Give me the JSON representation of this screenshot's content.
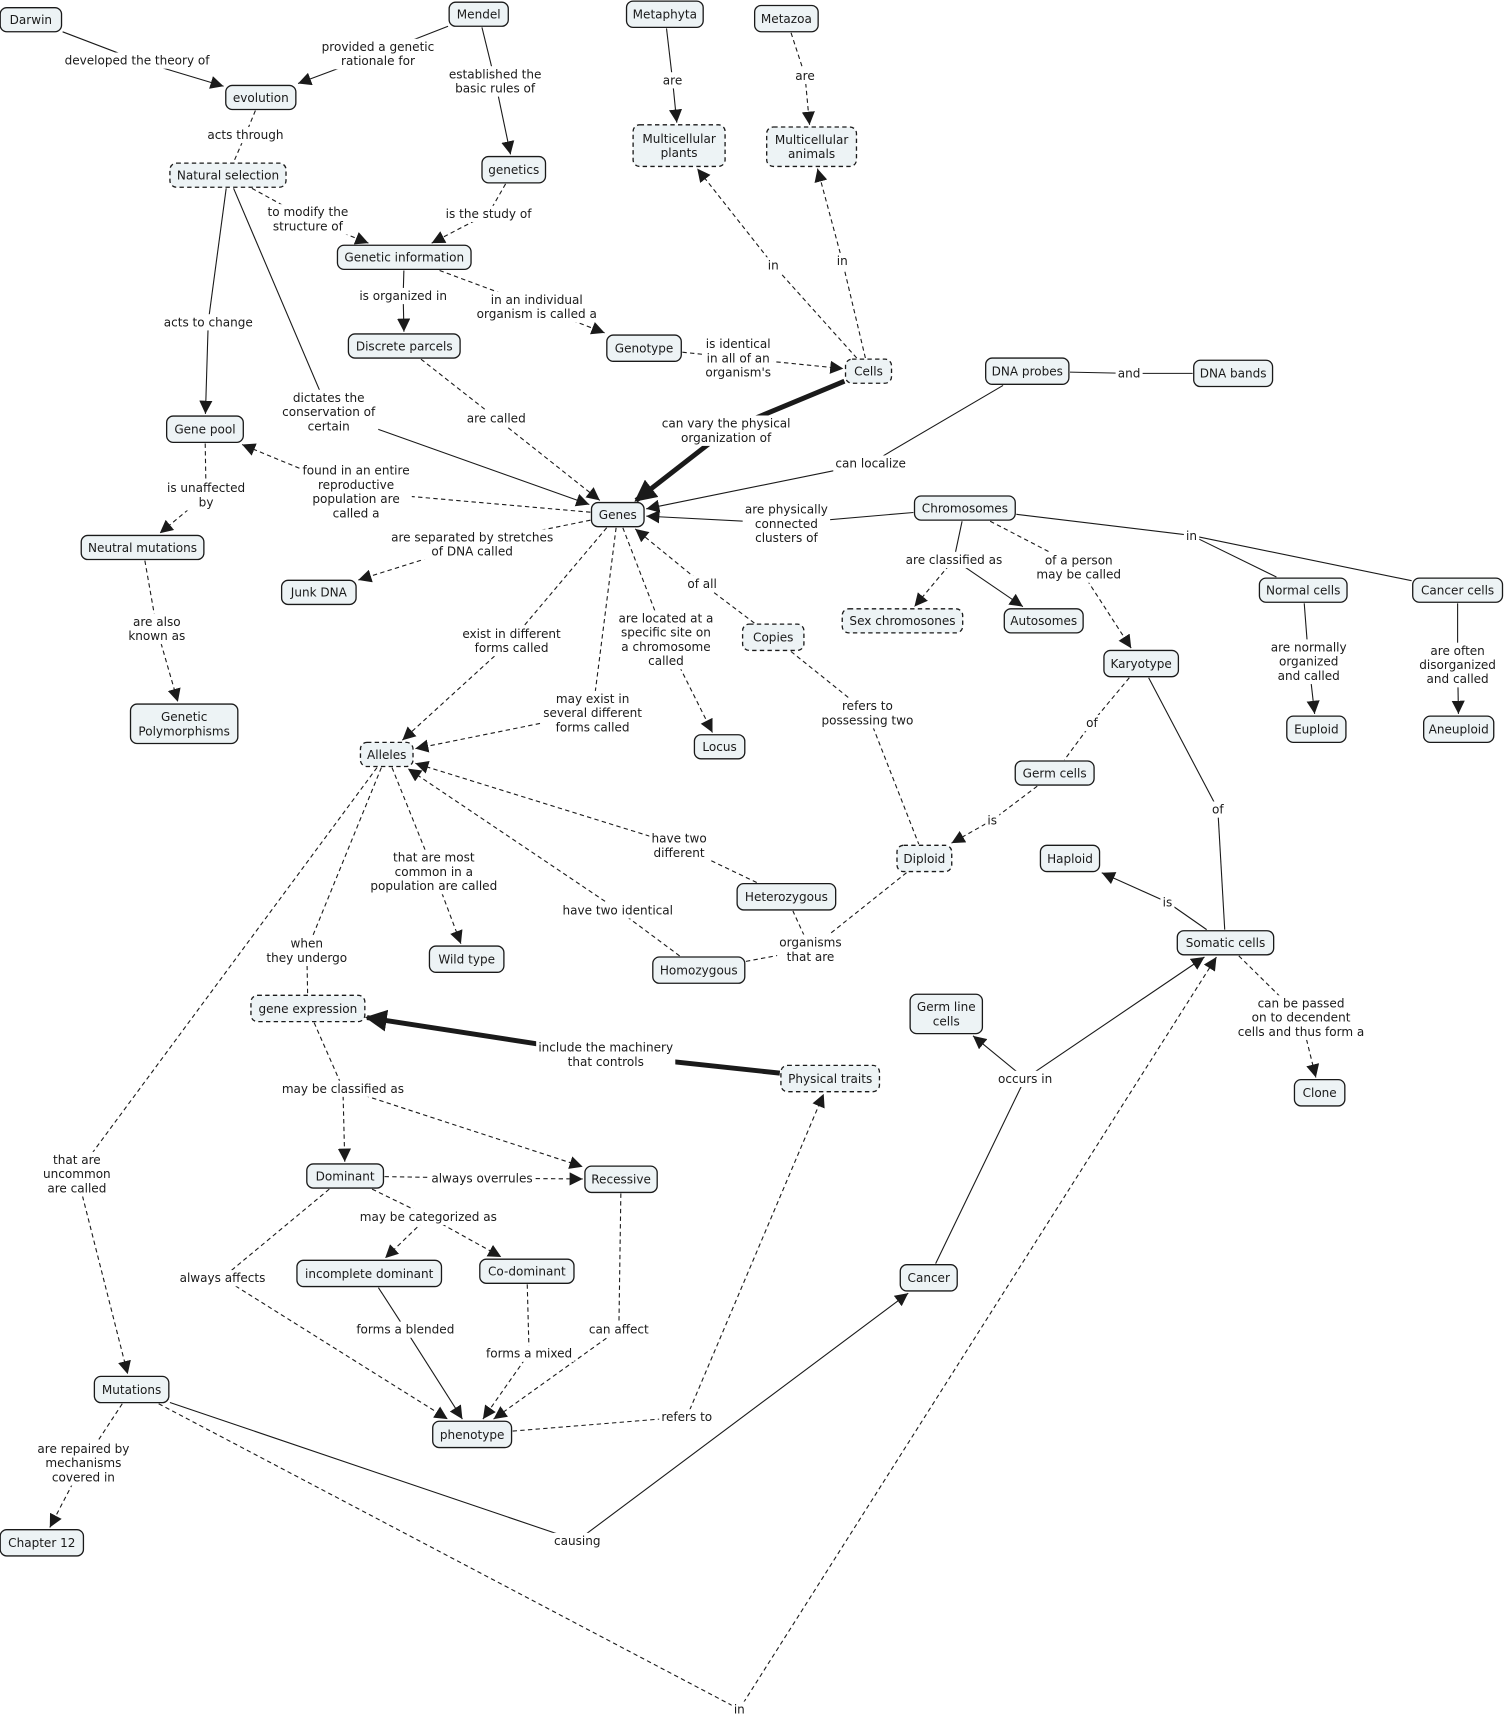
{
  "colors": {
    "node_fill": "#edf3f5",
    "node_border": "#1a1a1a",
    "line": "#1a1a1a",
    "background": "#ffffff"
  },
  "nodes": {
    "darwin": {
      "label": [
        "Darwin"
      ]
    },
    "mendel": {
      "label": [
        "Mendel"
      ]
    },
    "metaphyta": {
      "label": [
        "Metaphyta"
      ]
    },
    "metazoa": {
      "label": [
        "Metazoa"
      ]
    },
    "evolution": {
      "label": [
        "evolution"
      ]
    },
    "mc_plants": {
      "label": [
        "Multicellular",
        "plants"
      ],
      "border": "dashed"
    },
    "mc_animals": {
      "label": [
        "Multicellular",
        "animals"
      ],
      "border": "dashed"
    },
    "natsel": {
      "label": [
        "Natural selection"
      ],
      "border": "dashed"
    },
    "genetics": {
      "label": [
        "genetics"
      ]
    },
    "geninfo": {
      "label": [
        "Genetic information"
      ]
    },
    "parcels": {
      "label": [
        "Discrete parcels"
      ]
    },
    "genotype": {
      "label": [
        "Genotype"
      ]
    },
    "cells": {
      "label": [
        "Cells"
      ],
      "border": "dashed"
    },
    "probes": {
      "label": [
        "DNA probes"
      ]
    },
    "bands": {
      "label": [
        "DNA bands"
      ]
    },
    "genepool": {
      "label": [
        "Gene pool"
      ]
    },
    "genes": {
      "label": [
        "Genes"
      ]
    },
    "chromosomes": {
      "label": [
        "Chromosomes"
      ]
    },
    "neutral": {
      "label": [
        "Neutral mutations"
      ]
    },
    "junk": {
      "label": [
        "Junk DNA"
      ]
    },
    "normal": {
      "label": [
        "Normal cells"
      ]
    },
    "cancercells": {
      "label": [
        "Cancer cells"
      ]
    },
    "sexchr": {
      "label": [
        "Sex chromosones"
      ],
      "border": "dashed"
    },
    "autosomes": {
      "label": [
        "Autosomes"
      ]
    },
    "copies": {
      "label": [
        "Copies"
      ],
      "border": "dashed"
    },
    "karyotype": {
      "label": [
        "Karyotype"
      ]
    },
    "polymorph": {
      "label": [
        "Genetic",
        "Polymorphisms"
      ]
    },
    "euploid": {
      "label": [
        "Euploid"
      ]
    },
    "aneuploid": {
      "label": [
        "Aneuploid"
      ]
    },
    "alleles": {
      "label": [
        "Alleles"
      ],
      "border": "dashed"
    },
    "locus": {
      "label": [
        "Locus"
      ]
    },
    "germcells": {
      "label": [
        "Germ cells"
      ]
    },
    "diploid": {
      "label": [
        "Diploid"
      ],
      "border": "dashed"
    },
    "haploid": {
      "label": [
        "Haploid"
      ]
    },
    "hetero": {
      "label": [
        "Heterozygous"
      ]
    },
    "somatic": {
      "label": [
        "Somatic cells"
      ]
    },
    "wildtype": {
      "label": [
        "Wild type"
      ]
    },
    "homo": {
      "label": [
        "Homozygous"
      ]
    },
    "germline": {
      "label": [
        "Germ line",
        "cells"
      ]
    },
    "geneexp": {
      "label": [
        "gene expression"
      ],
      "border": "dashed"
    },
    "traits": {
      "label": [
        "Physical traits"
      ],
      "border": "dashed"
    },
    "clone": {
      "label": [
        "Clone"
      ]
    },
    "dominant": {
      "label": [
        "Dominant"
      ]
    },
    "recessive": {
      "label": [
        "Recessive"
      ]
    },
    "incomplete": {
      "label": [
        "incomplete dominant"
      ]
    },
    "codominant": {
      "label": [
        "Co-dominant"
      ]
    },
    "cancer": {
      "label": [
        "Cancer"
      ]
    },
    "mutations": {
      "label": [
        "Mutations"
      ]
    },
    "phenotype": {
      "label": [
        "phenotype"
      ]
    },
    "chapter12": {
      "label": [
        "Chapter 12"
      ]
    }
  },
  "links": [
    {
      "from": "darwin",
      "label": [
        "developed the theory of"
      ],
      "to": [
        "evolution"
      ],
      "style": "solid"
    },
    {
      "from": "mendel",
      "label": [
        "provided a genetic",
        "rationale for"
      ],
      "to": [
        "evolution"
      ],
      "style": "solid"
    },
    {
      "from": "mendel",
      "label": [
        "established the",
        "basic rules of"
      ],
      "to": [
        "genetics"
      ],
      "style": "solid"
    },
    {
      "from": "metaphyta",
      "label": [
        "are"
      ],
      "to": [
        "mc_plants"
      ],
      "style": "solid"
    },
    {
      "from": "metazoa",
      "label": [
        "are"
      ],
      "to": [
        "mc_animals"
      ],
      "style": "dashed"
    },
    {
      "from": "evolution",
      "label": [
        "acts through"
      ],
      "to": [
        "natsel"
      ],
      "style": "dashed",
      "arrow": false
    },
    {
      "from": "natsel",
      "label": [
        "to modify the",
        "structure of"
      ],
      "to": [
        "geninfo"
      ],
      "style": "dashed"
    },
    {
      "from": "genetics",
      "label": [
        "is the study of"
      ],
      "to": [
        "geninfo"
      ],
      "style": "dashed"
    },
    {
      "from": "natsel",
      "label": [
        "acts to change"
      ],
      "to": [
        "genepool"
      ],
      "style": "solid"
    },
    {
      "from": "natsel",
      "label": [
        "dictates the",
        "conservation of",
        "certain"
      ],
      "to": [
        "genes"
      ],
      "style": "solid"
    },
    {
      "from": "geninfo",
      "label": [
        "is organized in"
      ],
      "to": [
        "parcels"
      ],
      "style": "solid"
    },
    {
      "from": "geninfo",
      "label": [
        "in an individual",
        "organism is called a"
      ],
      "to": [
        "genotype"
      ],
      "style": "dashed"
    },
    {
      "from": "cells",
      "label": [
        "in"
      ],
      "to": [
        "mc_plants"
      ],
      "style": "dashed"
    },
    {
      "from": "cells",
      "label": [
        "in"
      ],
      "to": [
        "mc_animals"
      ],
      "style": "dashed"
    },
    {
      "from": "genotype",
      "label": [
        "is identical",
        "in all of an",
        "organism's"
      ],
      "to": [
        "cells"
      ],
      "style": "dashed"
    },
    {
      "from": "parcels",
      "label": [
        "are called"
      ],
      "to": [
        "genes"
      ],
      "style": "dashed"
    },
    {
      "from": "cells",
      "label": [
        "can vary the physical",
        "organization of"
      ],
      "to": [
        "genes"
      ],
      "style": "thick"
    },
    {
      "from": "probes",
      "label": [
        "and"
      ],
      "to": [
        "bands"
      ],
      "style": "solid",
      "arrow": false
    },
    {
      "from": "probes",
      "label": [
        "can localize"
      ],
      "to": [
        "genes"
      ],
      "style": "solid"
    },
    {
      "from": "genes",
      "label": [
        "found in an entire",
        "reproductive",
        "population are",
        "called a"
      ],
      "to": [
        "genepool"
      ],
      "style": "dashed"
    },
    {
      "from": "chromosomes",
      "label": [
        "are physically",
        "connected",
        "clusters of"
      ],
      "to": [
        "genes"
      ],
      "style": "solid"
    },
    {
      "from": "genes",
      "label": [
        "are separated by stretches",
        "of DNA called"
      ],
      "to": [
        "junk"
      ],
      "style": "dashed"
    },
    {
      "from": "genepool",
      "label": [
        "is unaffected",
        "by"
      ],
      "to": [
        "neutral"
      ],
      "style": "dashed"
    },
    {
      "from": "neutral",
      "label": [
        "are also",
        "known as"
      ],
      "to": [
        "polymorph"
      ],
      "style": "dashed"
    },
    {
      "from": "chromosomes",
      "label": [
        "are classified as"
      ],
      "to": [
        "sexchr",
        "autosomes"
      ],
      "style": "solid",
      "target_styles": [
        "dashed",
        "solid"
      ]
    },
    {
      "from": "chromosomes",
      "label": [
        "of a person",
        "may be called"
      ],
      "to": [
        "karyotype"
      ],
      "style": "dashed"
    },
    {
      "from": "chromosomes",
      "label": [
        "in"
      ],
      "to": [
        "normal",
        "cancercells"
      ],
      "style": "solid",
      "arrow": false
    },
    {
      "from": "normal",
      "label": [
        "are normally",
        "organized",
        "and called"
      ],
      "to": [
        "euploid"
      ],
      "style": "solid"
    },
    {
      "from": "cancercells",
      "label": [
        "are often",
        "disorganized",
        "and called"
      ],
      "to": [
        "aneuploid"
      ],
      "style": "solid"
    },
    {
      "from": "copies",
      "label": [
        "of all"
      ],
      "to": [
        "genes"
      ],
      "style": "dashed"
    },
    {
      "from": "genes",
      "label": [
        "are located at a",
        "specific site on",
        "a chromosome",
        "called"
      ],
      "to": [
        "locus"
      ],
      "style": "dashed"
    },
    {
      "from": "genes",
      "label": [
        "exist in different",
        "forms called"
      ],
      "to": [
        "alleles"
      ],
      "style": "dashed"
    },
    {
      "from": "genes",
      "label": [
        "may exist in",
        "several different",
        "forms called"
      ],
      "to": [
        "alleles"
      ],
      "style": "dashed"
    },
    {
      "from": "copies",
      "label": [
        "refers to",
        "possessing two"
      ],
      "to": [
        "diploid"
      ],
      "style": "dashed",
      "arrow": false
    },
    {
      "from": "karyotype",
      "label": [
        "of"
      ],
      "to": [
        "germcells"
      ],
      "style": "dashed",
      "arrow": false
    },
    {
      "from": "karyotype",
      "label": [
        "of"
      ],
      "to": [
        "somatic"
      ],
      "style": "solid",
      "arrow": false
    },
    {
      "from": "germcells",
      "label": [
        "is"
      ],
      "to": [
        "diploid"
      ],
      "style": "dashed"
    },
    {
      "from": "alleles",
      "label": [
        "that are most",
        "common in a",
        "population are called"
      ],
      "to": [
        "wildtype"
      ],
      "style": "dashed"
    },
    {
      "from": "hetero",
      "label": [
        "have two",
        "different"
      ],
      "to": [
        "alleles"
      ],
      "style": "dashed"
    },
    {
      "from": "homo",
      "label": [
        "have two identical"
      ],
      "to": [
        "alleles"
      ],
      "style": "dashed"
    },
    {
      "from": "diploid",
      "label": [
        "organisms",
        "that are"
      ],
      "to": [
        "hetero",
        "homo"
      ],
      "style": "dashed",
      "arrow": false
    },
    {
      "from": "somatic",
      "label": [
        "is"
      ],
      "to": [
        "haploid"
      ],
      "style": "solid"
    },
    {
      "from": "somatic",
      "label": [
        "can be passed",
        "on to decendent",
        "cells and thus form a"
      ],
      "to": [
        "clone"
      ],
      "style": "dashed"
    },
    {
      "from": "alleles",
      "label": [
        "when",
        "they undergo"
      ],
      "to": [
        "geneexp"
      ],
      "style": "dashed",
      "arrow": false
    },
    {
      "from": "traits",
      "label": [
        "include the machinery",
        "that controls"
      ],
      "to": [
        "geneexp"
      ],
      "style": "thick"
    },
    {
      "from": "cancer",
      "label": [
        "occurs in"
      ],
      "to": [
        "germline",
        "somatic"
      ],
      "style": "solid"
    },
    {
      "from": "geneexp",
      "label": [
        "may be classified as"
      ],
      "to": [
        "dominant",
        "recessive"
      ],
      "style": "dashed"
    },
    {
      "from": "dominant",
      "label": [
        "always overrules"
      ],
      "to": [
        "recessive"
      ],
      "style": "dashed"
    },
    {
      "from": "dominant",
      "label": [
        "may be categorized as"
      ],
      "to": [
        "incomplete",
        "codominant"
      ],
      "style": "dashed"
    },
    {
      "from": "dominant",
      "label": [
        "always affects"
      ],
      "to": [
        "phenotype"
      ],
      "style": "dashed"
    },
    {
      "from": "incomplete",
      "label": [
        "forms a blended"
      ],
      "to": [
        "phenotype"
      ],
      "style": "solid"
    },
    {
      "from": "codominant",
      "label": [
        "forms a mixed"
      ],
      "to": [
        "phenotype"
      ],
      "style": "dashed"
    },
    {
      "from": "recessive",
      "label": [
        "can affect"
      ],
      "to": [
        "phenotype"
      ],
      "style": "dashed"
    },
    {
      "from": "phenotype",
      "label": [
        "refers to"
      ],
      "to": [
        "traits"
      ],
      "style": "dashed"
    },
    {
      "from": "alleles",
      "label": [
        "that are",
        "uncommon",
        "are called"
      ],
      "to": [
        "mutations"
      ],
      "style": "dashed"
    },
    {
      "from": "mutations",
      "label": [
        "are repaired by",
        "mechanisms",
        "covered in"
      ],
      "to": [
        "chapter12"
      ],
      "style": "dashed"
    },
    {
      "from": "mutations",
      "label": [
        "causing"
      ],
      "to": [
        "cancer"
      ],
      "style": "solid"
    },
    {
      "from": "mutations",
      "label": [
        "in"
      ],
      "to": [
        "somatic"
      ],
      "style": "dashed"
    }
  ]
}
